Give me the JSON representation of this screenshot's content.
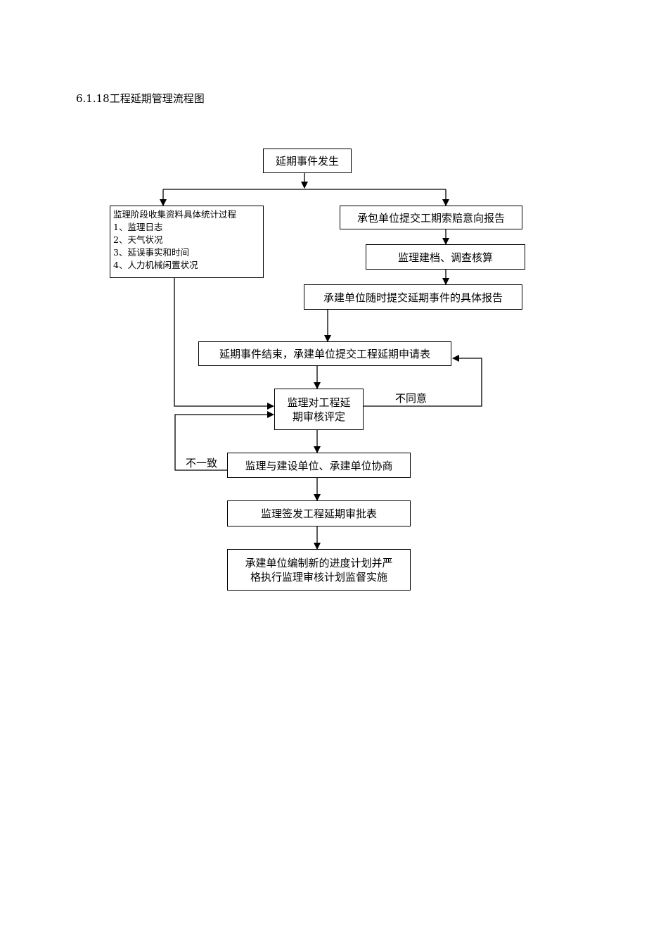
{
  "heading": "6.1.18工程延期管理流程图",
  "boxes": {
    "start": "延期事件发生",
    "stats_title": "监理阶段收集资料具体统计过程",
    "stats_items": [
      "1、监理日志",
      "2、天气状况",
      "3、延误事实和时间",
      "4、人力机械闲置状况"
    ],
    "claim_intent": "承包单位提交工期索赔意向报告",
    "archive": "监理建档、调查核算",
    "detail_report": "承建单位随时提交延期事件的具体报告",
    "end_apply": "延期事件结束，承建单位提交工程延期申请表",
    "review_line1": "监理对工程延",
    "review_line2": "期审核评定",
    "negotiate": "监理与建设单位、承建单位协商",
    "approve": "监理签发工程延期审批表",
    "final_line1": "承建单位编制新的进度计划并严",
    "final_line2": "格执行监理审核计划监督实施"
  },
  "labels": {
    "disagree": "不同意",
    "inconsistent": "不一致"
  }
}
